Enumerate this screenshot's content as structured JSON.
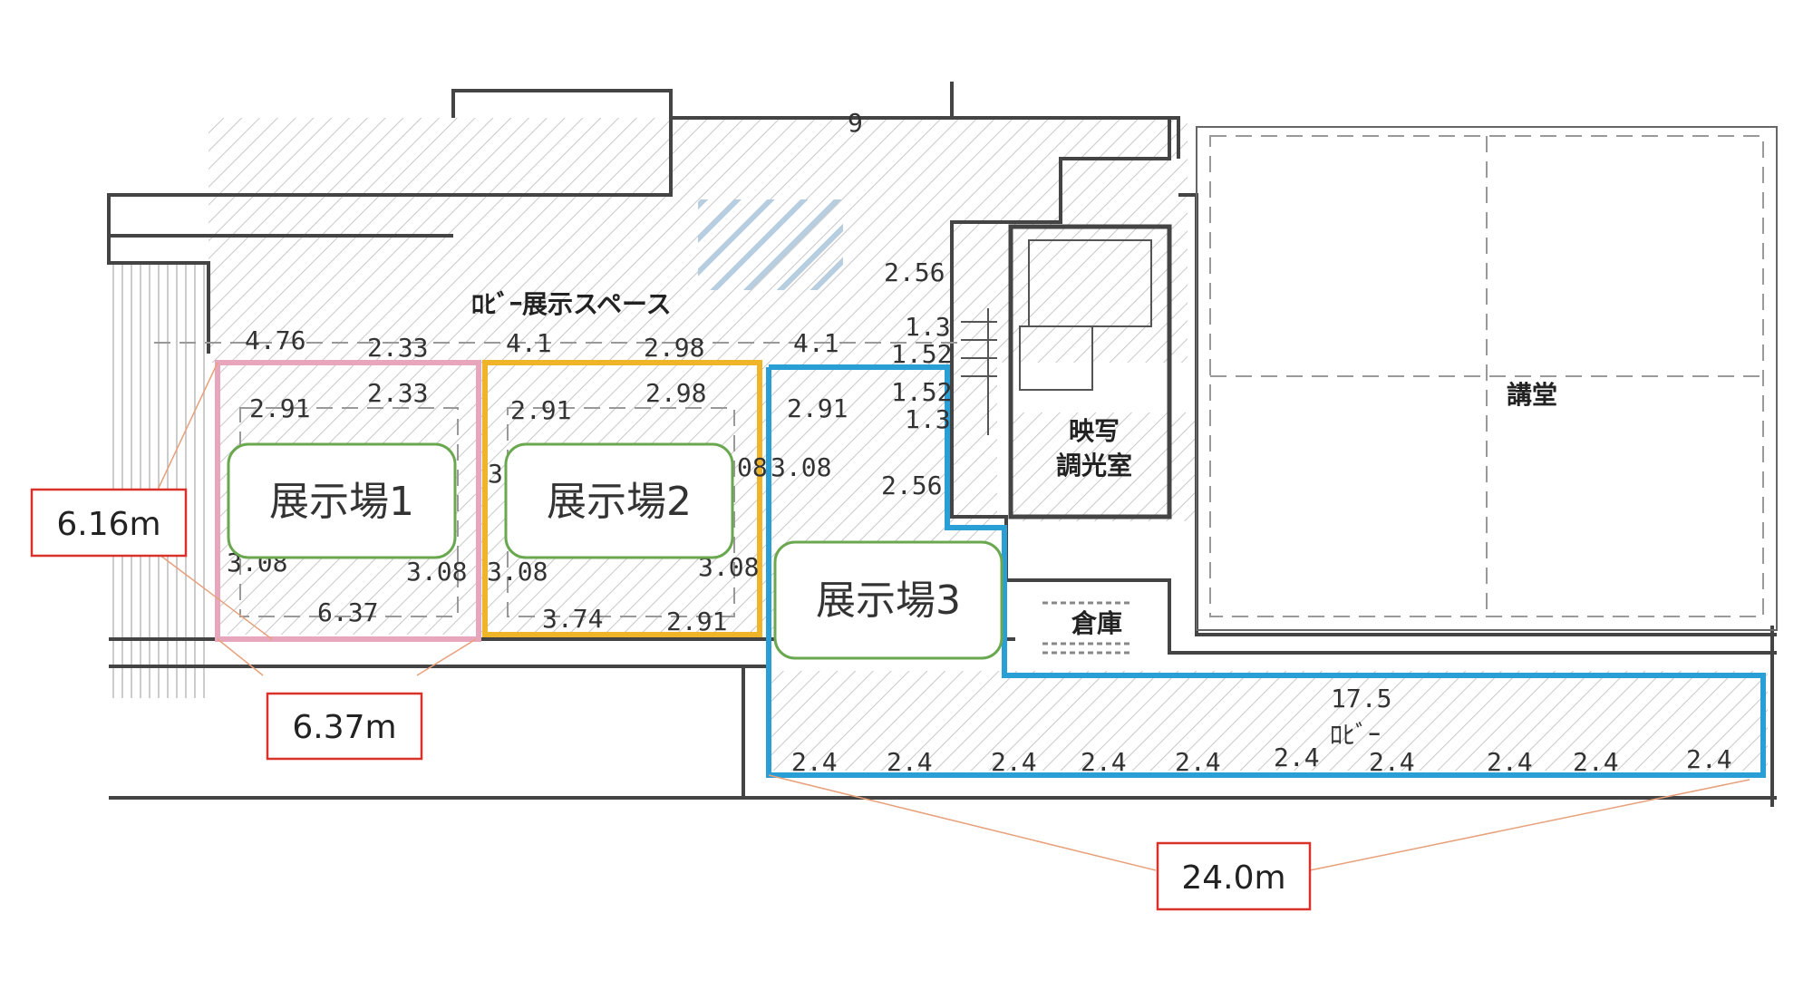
{
  "rooms": {
    "lobby_exhibit": "ﾛﾋﾞｰ展示スペース",
    "projection": [
      "映写",
      "調光室"
    ],
    "storage": "倉庫",
    "auditorium": "講堂",
    "lobby": "ﾛﾋﾞｰ"
  },
  "halls": [
    "展示場1",
    "展示場2",
    "展示場3"
  ],
  "measurements": [
    "6.16m",
    "6.37m",
    "24.0m"
  ],
  "dims": {
    "top_row": [
      "4.76",
      "2.33",
      "4.1",
      "2.98",
      "4.1"
    ],
    "row2": [
      "2.33",
      "2.98"
    ],
    "row3": [
      "2.91",
      "2.91",
      "2.91"
    ],
    "side": [
      "2.56",
      "1.3",
      "1.52",
      "1.52",
      "1.3",
      "2.56",
      "3.08"
    ],
    "partial": [
      "3",
      "08",
      "3.08",
      "3.08",
      "3.08",
      "3.08"
    ],
    "bottom_row": [
      "6.37",
      "3.74",
      "2.91"
    ],
    "lobby_width": "17.5",
    "corridor": [
      "2.4",
      "2.4",
      "2.4",
      "2.4",
      "2.4",
      "2.4",
      "2.4",
      "2.4",
      "2.4",
      "2.4"
    ],
    "top_mark": "9"
  },
  "colors": {
    "hall1": "#e8a6bd",
    "hall2": "#f0b429",
    "hall3": "#2a9fd6",
    "callout_border": "#d9322b",
    "hall_label_border": "#6aa84f"
  }
}
